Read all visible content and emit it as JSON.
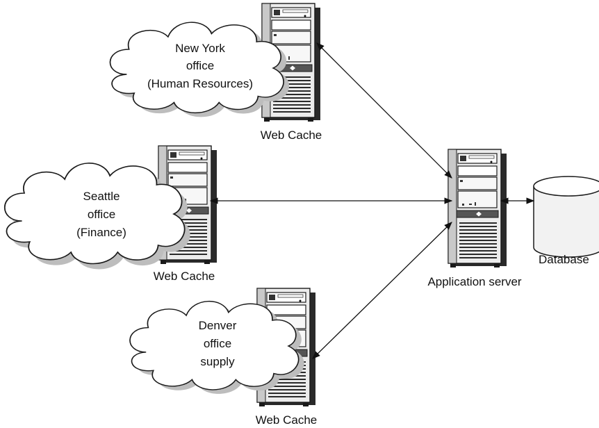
{
  "offices": [
    {
      "lines": [
        "New York",
        "office",
        "(Human Resources)"
      ],
      "cache_label": "Web Cache"
    },
    {
      "lines": [
        "Seattle",
        "office",
        "(Finance)"
      ],
      "cache_label": "Web Cache"
    },
    {
      "lines": [
        "Denver",
        "office",
        "supply"
      ],
      "cache_label": "Web Cache"
    }
  ],
  "app_server": {
    "label": "Application server"
  },
  "database": {
    "label": "Database"
  },
  "colors": {
    "ink": "#111111",
    "server_body": "#e6e6e6",
    "server_dark": "#3a3a3a",
    "shadow": "#bdbdbd"
  }
}
